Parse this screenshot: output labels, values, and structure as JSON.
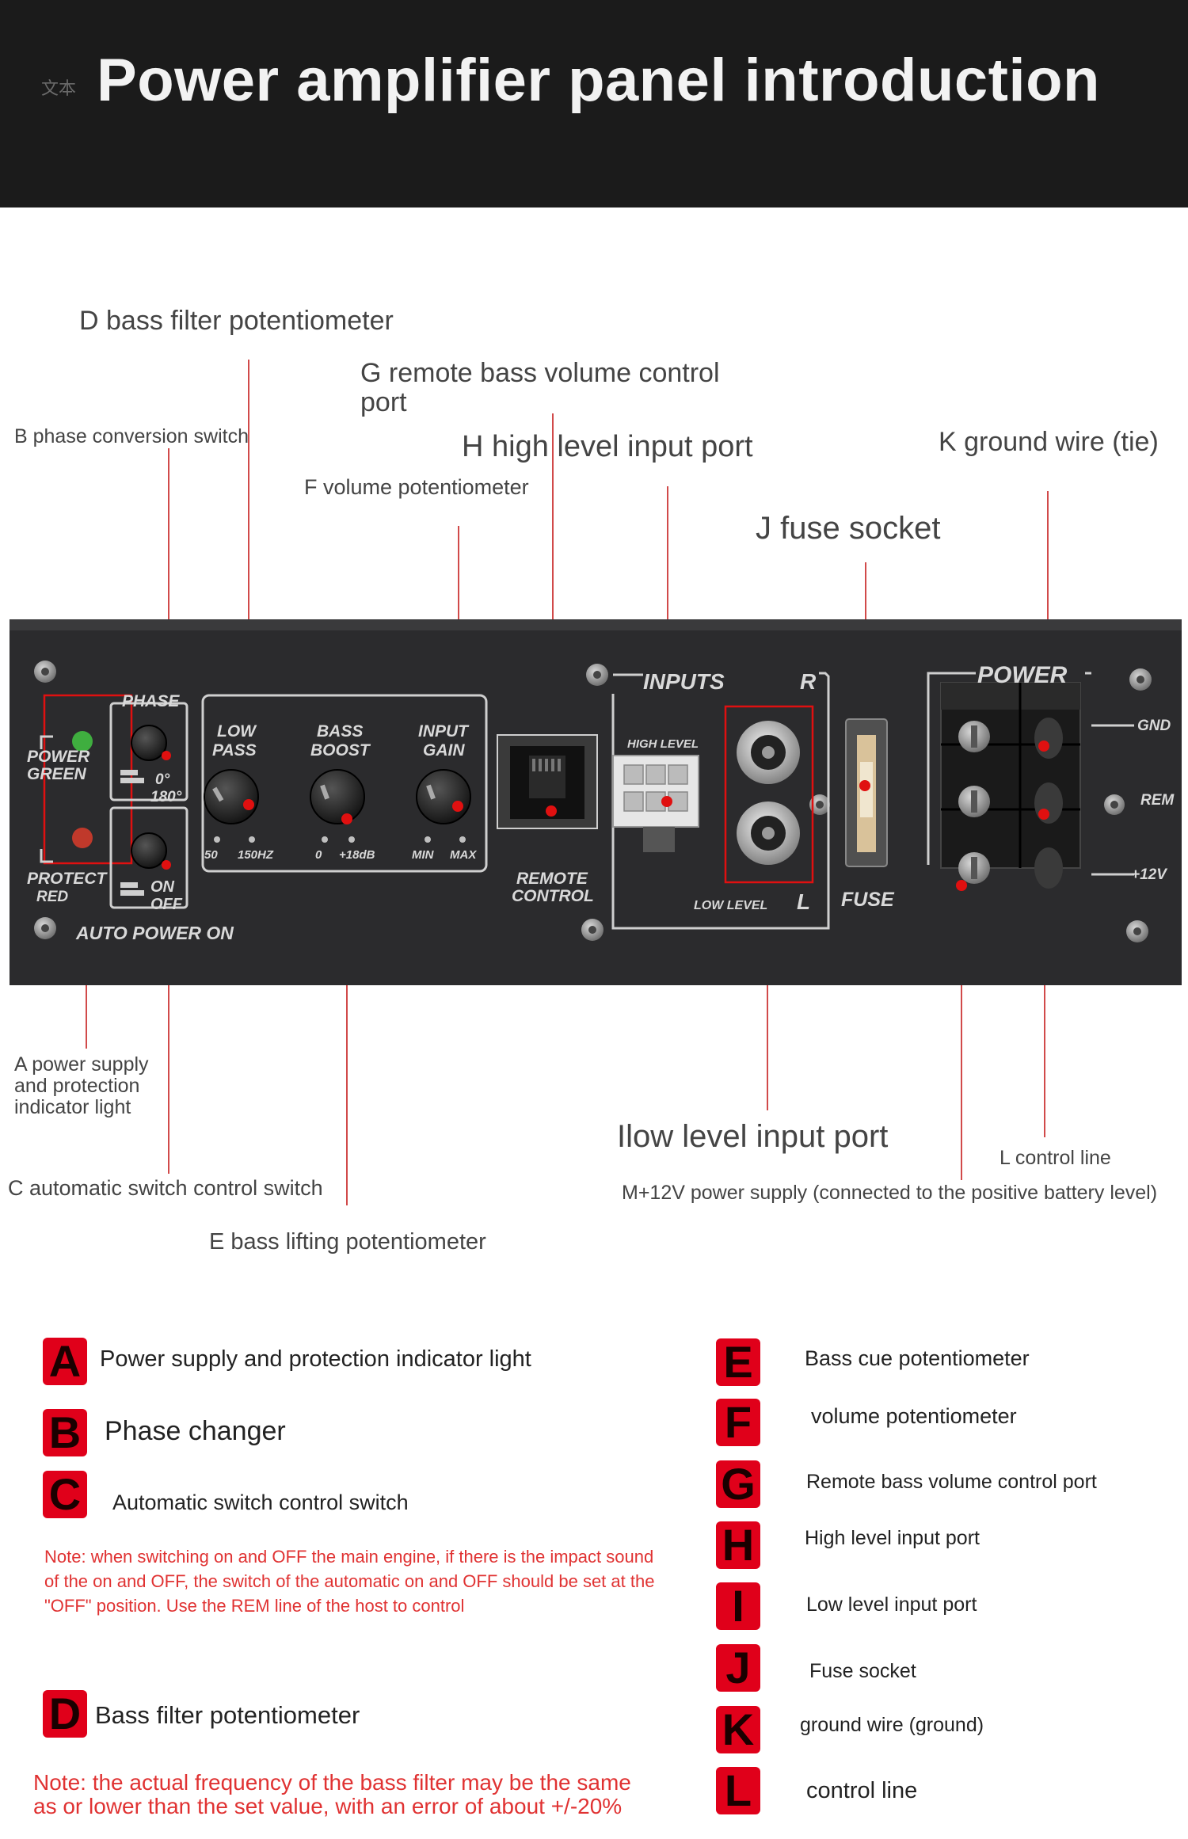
{
  "header": {
    "small_label": "文本",
    "title": "Power amplifier panel introduction"
  },
  "callouts": {
    "d": "D bass filter potentiometer",
    "g_line1": "G remote bass volume control",
    "g_line2": "port",
    "b": "B phase conversion switch",
    "h": "H high level input port",
    "k": "K ground wire (tie)",
    "f": "F volume potentiometer",
    "j": "J fuse socket",
    "a_line1": "A power supply",
    "a_line2": "and protection",
    "a_line3": "indicator light",
    "i": "Ilow level input port",
    "l": "L control line",
    "c": "C automatic switch control switch",
    "m": "M+12V power supply (connected to the positive battery level)",
    "e": "E bass lifting potentiometer"
  },
  "panel": {
    "phase": "PHASE",
    "phase_0": "0°",
    "phase_180": "180°",
    "power": "POWER",
    "green": "GREEN",
    "protect": "PROTECT",
    "red": "RED",
    "on": "ON",
    "off": "OFF",
    "auto_power_on": "AUTO POWER ON",
    "low_pass_1": "LOW",
    "low_pass_2": "PASS",
    "low_pass_min": "50",
    "low_pass_max": "150HZ",
    "bass_boost_1": "BASS",
    "bass_boost_2": "BOOST",
    "bass_min": "0",
    "bass_max": "+18dB",
    "input_gain_1": "INPUT",
    "input_gain_2": "GAIN",
    "gain_min": "MIN",
    "gain_max": "MAX",
    "remote_1": "REMOTE",
    "remote_2": "CONTROL",
    "inputs": "INPUTS",
    "r": "R",
    "l": "L",
    "high_level": "HIGH LEVEL",
    "low_level": "LOW LEVEL",
    "fuse": "FUSE",
    "power_label": "POWER",
    "gnd": "GND",
    "rem": "REM",
    "plus12v": "+12V",
    "colors": {
      "panel": "#2b2b2d",
      "marker": "#e01010",
      "green_led": "#3fae3f",
      "red_led": "#c0392b"
    }
  },
  "legend": {
    "left": [
      {
        "letter": "A",
        "text": "Power supply and protection indicator light"
      },
      {
        "letter": "B",
        "text": "Phase changer"
      },
      {
        "letter": "C",
        "text": "Automatic switch control switch"
      },
      {
        "letter": "D",
        "text": "Bass filter potentiometer"
      }
    ],
    "right": [
      {
        "letter": "E",
        "text": "Bass cue potentiometer"
      },
      {
        "letter": "F",
        "text": "volume potentiometer"
      },
      {
        "letter": "G",
        "text": "Remote bass volume control port"
      },
      {
        "letter": "H",
        "text": "High level input port"
      },
      {
        "letter": "I",
        "text": "Low level input port"
      },
      {
        "letter": "J",
        "text": "Fuse socket"
      },
      {
        "letter": "K",
        "text": "ground wire (ground)"
      },
      {
        "letter": "L",
        "text": "control line"
      }
    ],
    "note_c": "Note: when switching on and OFF the main engine, if there is the impact sound of the on and OFF, the switch of the automatic on and OFF should be set at the \"OFF\" position. Use the REM line of the host to control",
    "note_d_line1": "Note: the actual frequency of the bass filter may be the same",
    "note_d_line2": "as or lower than the set value, with an error of about +/-20%"
  }
}
